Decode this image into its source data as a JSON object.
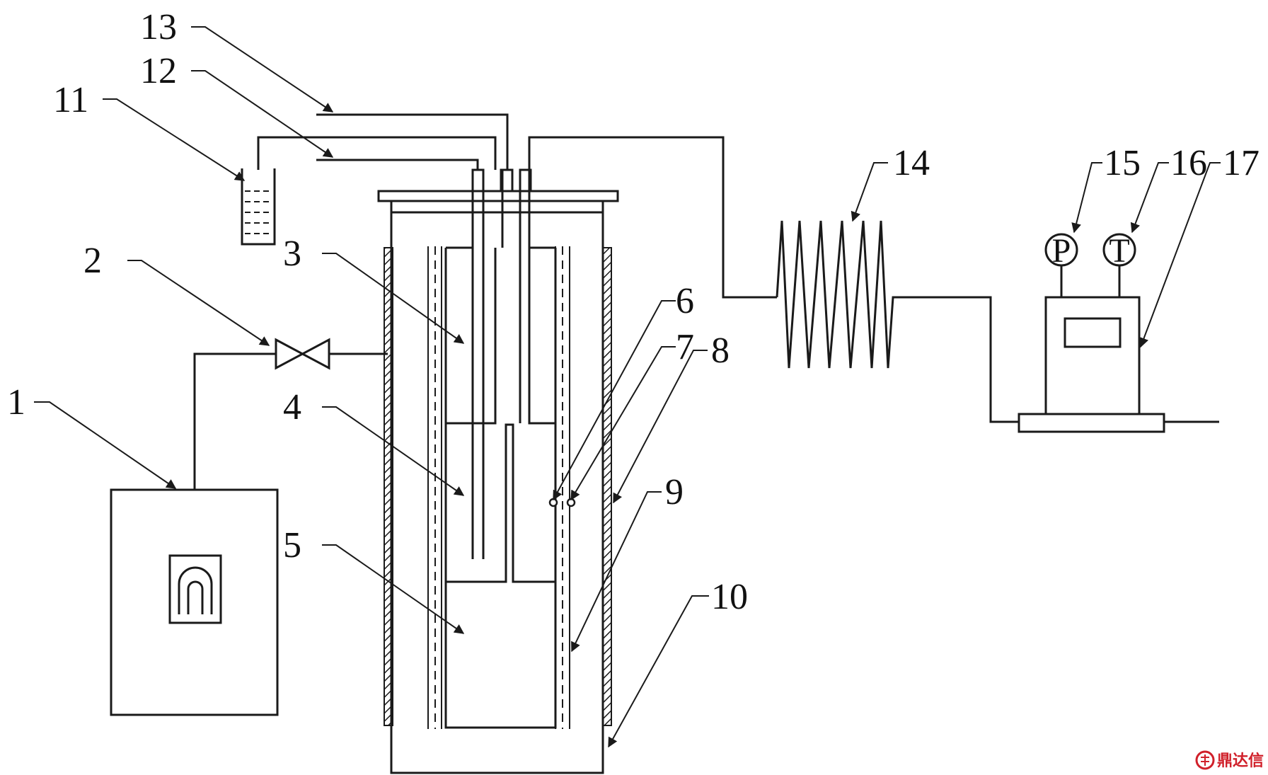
{
  "labels": {
    "l1": "1",
    "l2": "2",
    "l3": "3",
    "l4": "4",
    "l5": "5",
    "l6": "6",
    "l7": "7",
    "l8": "8",
    "l9": "9",
    "l10": "10",
    "l11": "11",
    "l12": "12",
    "l13": "13",
    "l14": "14",
    "l15": "15",
    "l16": "16",
    "l17": "17"
  },
  "gauges": {
    "pressure_letter": "P",
    "temperature_letter": "T"
  },
  "watermark": {
    "text": "鼎达信"
  }
}
